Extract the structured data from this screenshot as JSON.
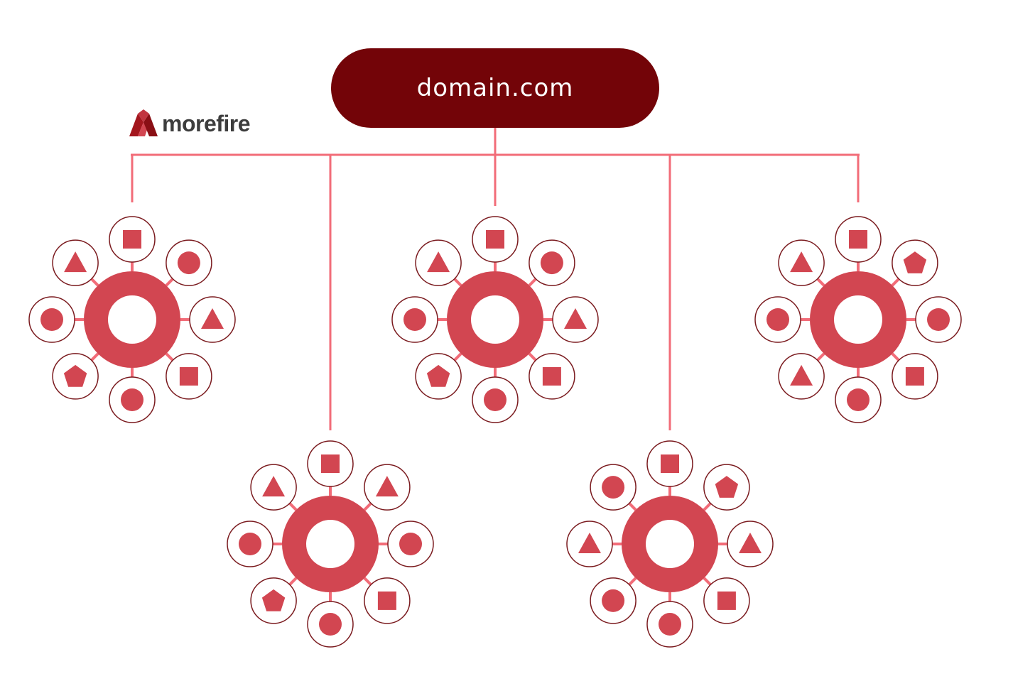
{
  "root": {
    "label": "domain.com"
  },
  "brand": {
    "name": "morefire"
  },
  "colors": {
    "root_fill": "#730408",
    "connector": "#f26c78",
    "hub": "#d24651",
    "satellite_outline": "#7a1a1e",
    "shape_fill": "#d24651",
    "brand_text": "#3d3d3d"
  },
  "clusters": [
    {
      "id": "cluster-1",
      "satellites": [
        "square",
        "circle",
        "triangle",
        "square",
        "circle",
        "pentagon",
        "circle",
        "triangle"
      ]
    },
    {
      "id": "cluster-2",
      "satellites": [
        "square",
        "triangle",
        "circle",
        "square",
        "circle",
        "pentagon",
        "circle",
        "triangle"
      ]
    },
    {
      "id": "cluster-3",
      "satellites": [
        "square",
        "circle",
        "triangle",
        "square",
        "circle",
        "pentagon",
        "circle",
        "triangle"
      ]
    },
    {
      "id": "cluster-4",
      "satellites": [
        "square",
        "pentagon",
        "triangle",
        "square",
        "circle",
        "circle",
        "triangle",
        "circle"
      ]
    },
    {
      "id": "cluster-5",
      "satellites": [
        "square",
        "pentagon",
        "circle",
        "square",
        "circle",
        "triangle",
        "circle",
        "triangle"
      ]
    }
  ]
}
